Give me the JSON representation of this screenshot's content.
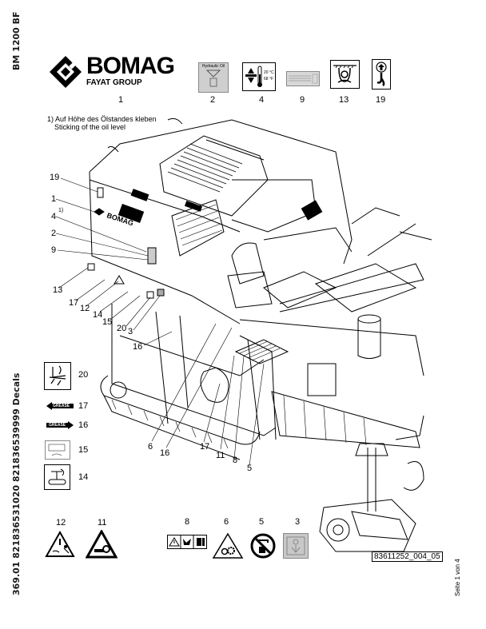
{
  "document": {
    "model": "BM 1200 BF",
    "side_caption": "369.01 821836531020 821836539999 Decals",
    "page_indicator": "Seite 1 von 4",
    "drawing_number": "83611252_004_05"
  },
  "logo": {
    "brand": "BOMAG",
    "group": "FAYAT GROUP"
  },
  "note": {
    "line1": "1)  Auf Höhe des Ölstandes kleben",
    "line2": "Sticking of the oil level"
  },
  "top_decals": [
    {
      "id": "1",
      "icon": "bomag-logo-decal"
    },
    {
      "id": "2",
      "icon": "hydraulic-oil-decal",
      "text": "Hydraulic Oil"
    },
    {
      "id": "4",
      "icon": "temperature-decal",
      "text1": "20 °C",
      "text2": "68 °F"
    },
    {
      "id": "9",
      "icon": "info-plate-decal"
    },
    {
      "id": "13",
      "icon": "tie-down-decal"
    },
    {
      "id": "19",
      "icon": "lifting-hook-decal"
    }
  ],
  "side_decals": [
    {
      "id": "20",
      "icon": "pinch-hazard-decal"
    },
    {
      "id": "17",
      "icon": "grease-arrow-left-decal",
      "text": "GREASE"
    },
    {
      "id": "16",
      "icon": "grease-arrow-right-decal",
      "text": "GREASE"
    },
    {
      "id": "15",
      "icon": "track-tension-decal"
    },
    {
      "id": "14",
      "icon": "track-crush-decal"
    }
  ],
  "bottom_decals": [
    {
      "id": "12",
      "icon": "run-over-warning-decal"
    },
    {
      "id": "11",
      "icon": "milling-drum-warning-decal"
    },
    {
      "id": "8",
      "icon": "crush-hazard-strip-decal"
    },
    {
      "id": "6",
      "icon": "gear-hazard-decal"
    },
    {
      "id": "5",
      "icon": "no-drinking-water-decal"
    },
    {
      "id": "3",
      "icon": "fill-point-decal"
    }
  ],
  "callouts": {
    "left": [
      "19",
      "1",
      "4",
      "1)",
      "2",
      "9",
      "13",
      "17",
      "12",
      "14",
      "15",
      "20",
      "3"
    ],
    "lower": [
      "16",
      "6",
      "16",
      "17",
      "11",
      "8",
      "5"
    ]
  }
}
